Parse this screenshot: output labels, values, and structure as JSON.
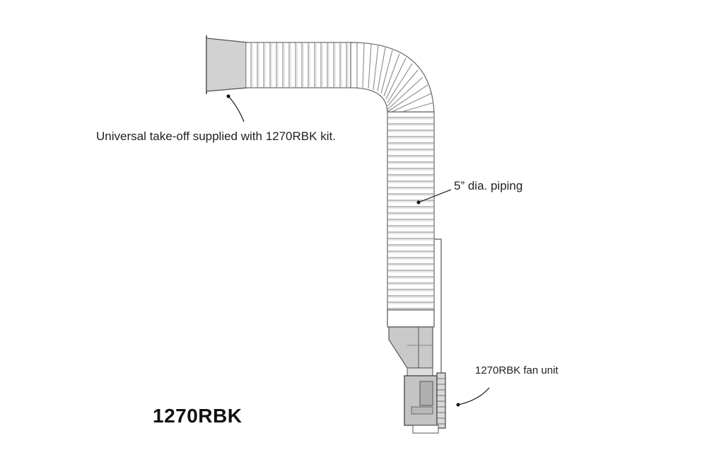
{
  "labels": {
    "takeoff": "Universal take-off supplied with 1270RBK kit.",
    "piping": "5” dia. piping",
    "fan_unit": "1270RBK fan unit",
    "model": "1270RBK"
  },
  "colors": {
    "outline": "#555555",
    "takeoff_fill": "#d2d2d2",
    "hose_fill": "#ffffff",
    "fan_fill": "#c4c4c4",
    "leader": "#111111"
  }
}
